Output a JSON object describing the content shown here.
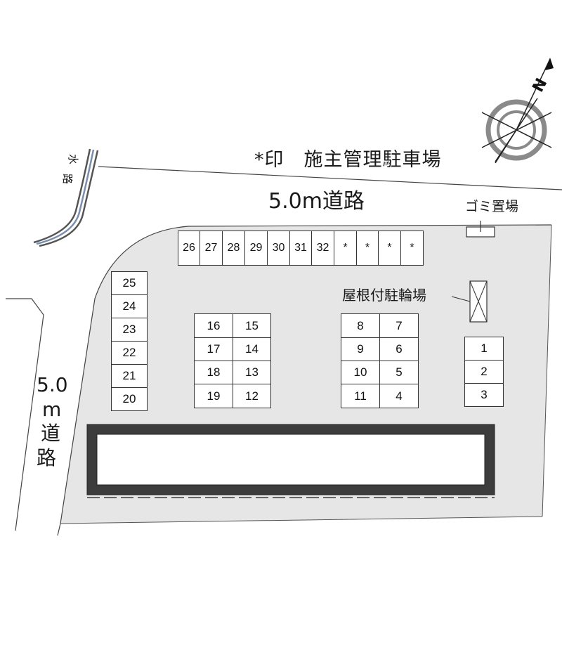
{
  "map": {
    "legend_note": "*印　施主管理駐車場",
    "road_top": "5.0m道路",
    "road_left_lines": [
      "5.0",
      "m",
      "道",
      "路"
    ],
    "waterway_chars": [
      "水",
      "路"
    ],
    "garbage_area": "ゴミ置場",
    "bicycle_parking": "屋根付駐輪場",
    "compass_letter": "N"
  },
  "stalls": {
    "top_row": [
      "26",
      "27",
      "28",
      "29",
      "30",
      "31",
      "32",
      "*",
      "*",
      "*",
      "*"
    ],
    "left_column": [
      "25",
      "24",
      "23",
      "22",
      "21",
      "20"
    ],
    "block_a": [
      "16",
      "15",
      "17",
      "14",
      "18",
      "13",
      "19",
      "12"
    ],
    "block_b": [
      "8",
      "7",
      "9",
      "6",
      "10",
      "5",
      "11",
      "4"
    ],
    "right_column": [
      "1",
      "2",
      "3"
    ]
  },
  "colors": {
    "lot_fill": "#e6e6e6",
    "building_fill": "#3c3c3c",
    "line": "#333333",
    "compass_gray": "#808080"
  }
}
